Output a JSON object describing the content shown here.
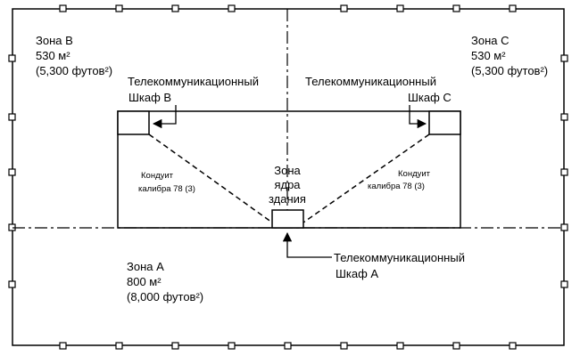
{
  "zones": {
    "b": {
      "name": "Зона B",
      "area": "530 м²",
      "area_ft": "(5,300 футов²)"
    },
    "c": {
      "name": "Зона C",
      "area": "530 м²",
      "area_ft": "(5,300 футов²)"
    },
    "a": {
      "name": "Зона A",
      "area": "800 м²",
      "area_ft": "(8,000 футов²)"
    }
  },
  "closets": {
    "b": {
      "line1": "Телекоммуникационный",
      "line2": "Шкаф B"
    },
    "c": {
      "line1": "Телекоммуникационный",
      "line2": "Шкаф C"
    },
    "a": {
      "line1": "Телекоммуникационный",
      "line2": "Шкаф A"
    }
  },
  "core": {
    "line1": "Зона",
    "line2": "ядра",
    "line3": "здания"
  },
  "conduit_left": {
    "line1": "Кондуит",
    "line2": "калибра 78 (3)"
  },
  "conduit_right": {
    "line1": "Кондуит",
    "line2": "калибра 78 (3)"
  }
}
